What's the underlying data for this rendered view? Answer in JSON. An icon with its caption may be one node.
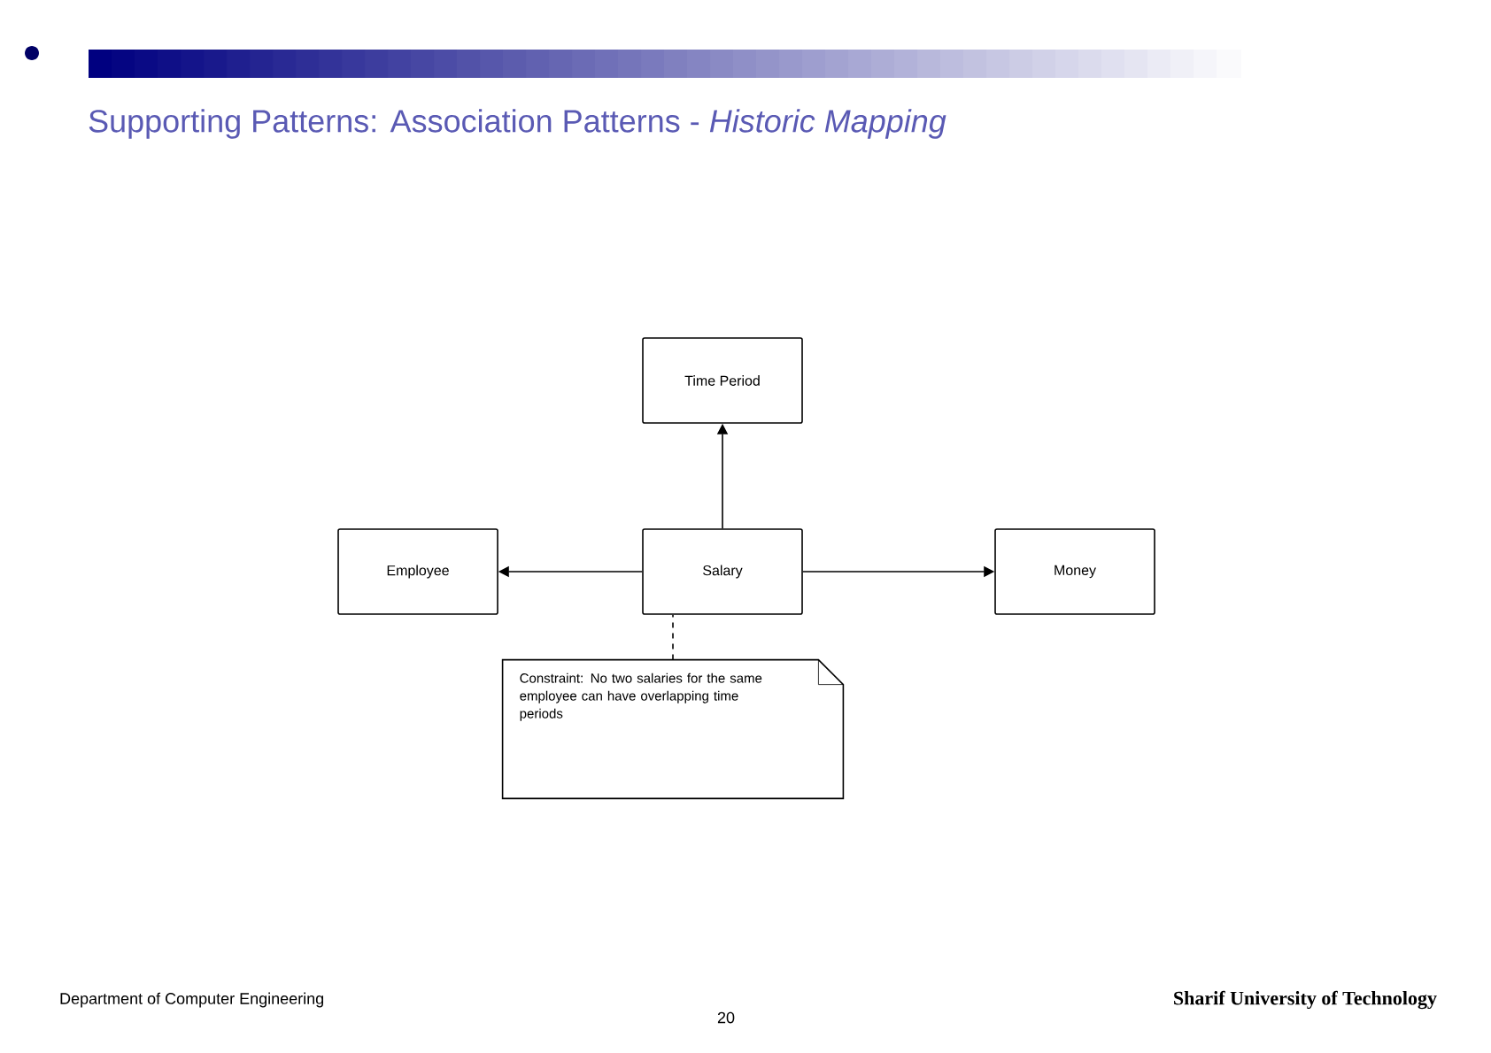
{
  "diagram": {
    "title": "Supporting Patterns: Association Patterns - *Historic Mapping*",
    "nodes": [
      {
        "text": [
          "Time Period"
        ]
      },
      {
        "text": [
          "Employee"
        ]
      },
      {
        "text": [
          "Salary"
        ]
      },
      {
        "text": [
          "Money"
        ]
      },
      {
        "text": [
          "Constraint: No two salaries for the same employee can have overlapping time periods"
        ]
      }
    ],
    "edges": [
      {
        "from": 2,
        "to": 0,
        "arrow": "to"
      },
      {
        "from": 2,
        "to": 1,
        "arrow": "to"
      },
      {
        "from": 2,
        "to": 3,
        "arrow": "to"
      },
      {
        "from": 4,
        "to": 2,
        "arrow": "none",
        "style": "dashed"
      }
    ],
    "labels": [
      "Department of Computer Engineering",
      "20",
      "Sharif University of Technology"
    ]
  }
}
